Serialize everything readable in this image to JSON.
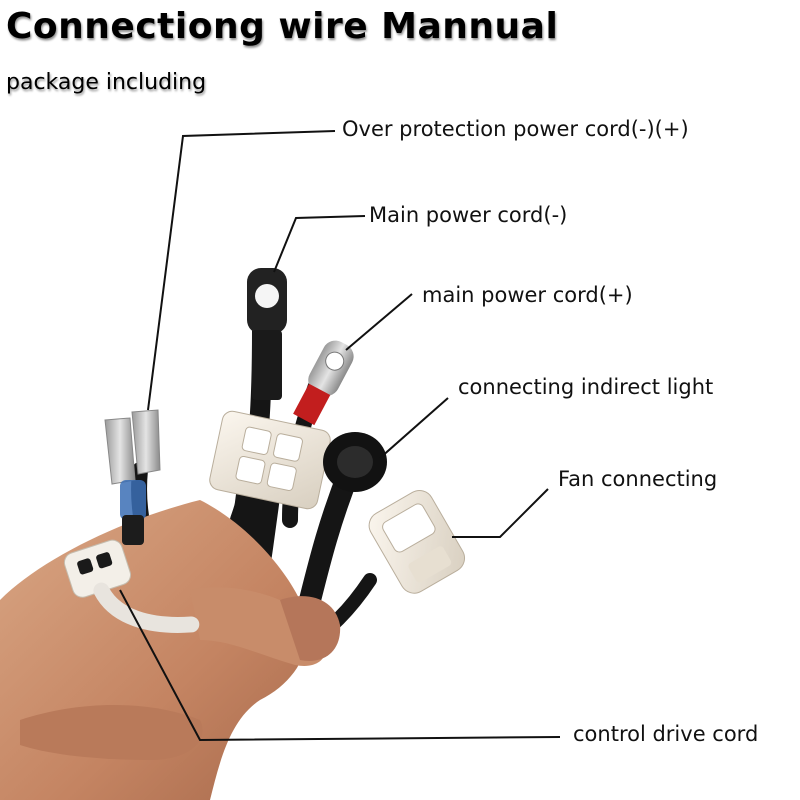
{
  "header": {
    "title": "Connectiong wire Mannual",
    "subtitle": "package including"
  },
  "callouts": [
    {
      "id": "over-protection",
      "label": "Over protection power cord(-)(+)"
    },
    {
      "id": "main-neg",
      "label": "Main power cord(-)"
    },
    {
      "id": "main-pos",
      "label": "main power cord(+)"
    },
    {
      "id": "indirect-light",
      "label": "connecting indirect light"
    },
    {
      "id": "fan",
      "label": "Fan connecting"
    },
    {
      "id": "control-drive",
      "label": "control drive cord"
    }
  ],
  "colors": {
    "background": "#ffffff",
    "leader_line": "#111111",
    "skin": "#c98f6e",
    "cable": "#1a1a1a",
    "connector": "#efe8dc"
  }
}
